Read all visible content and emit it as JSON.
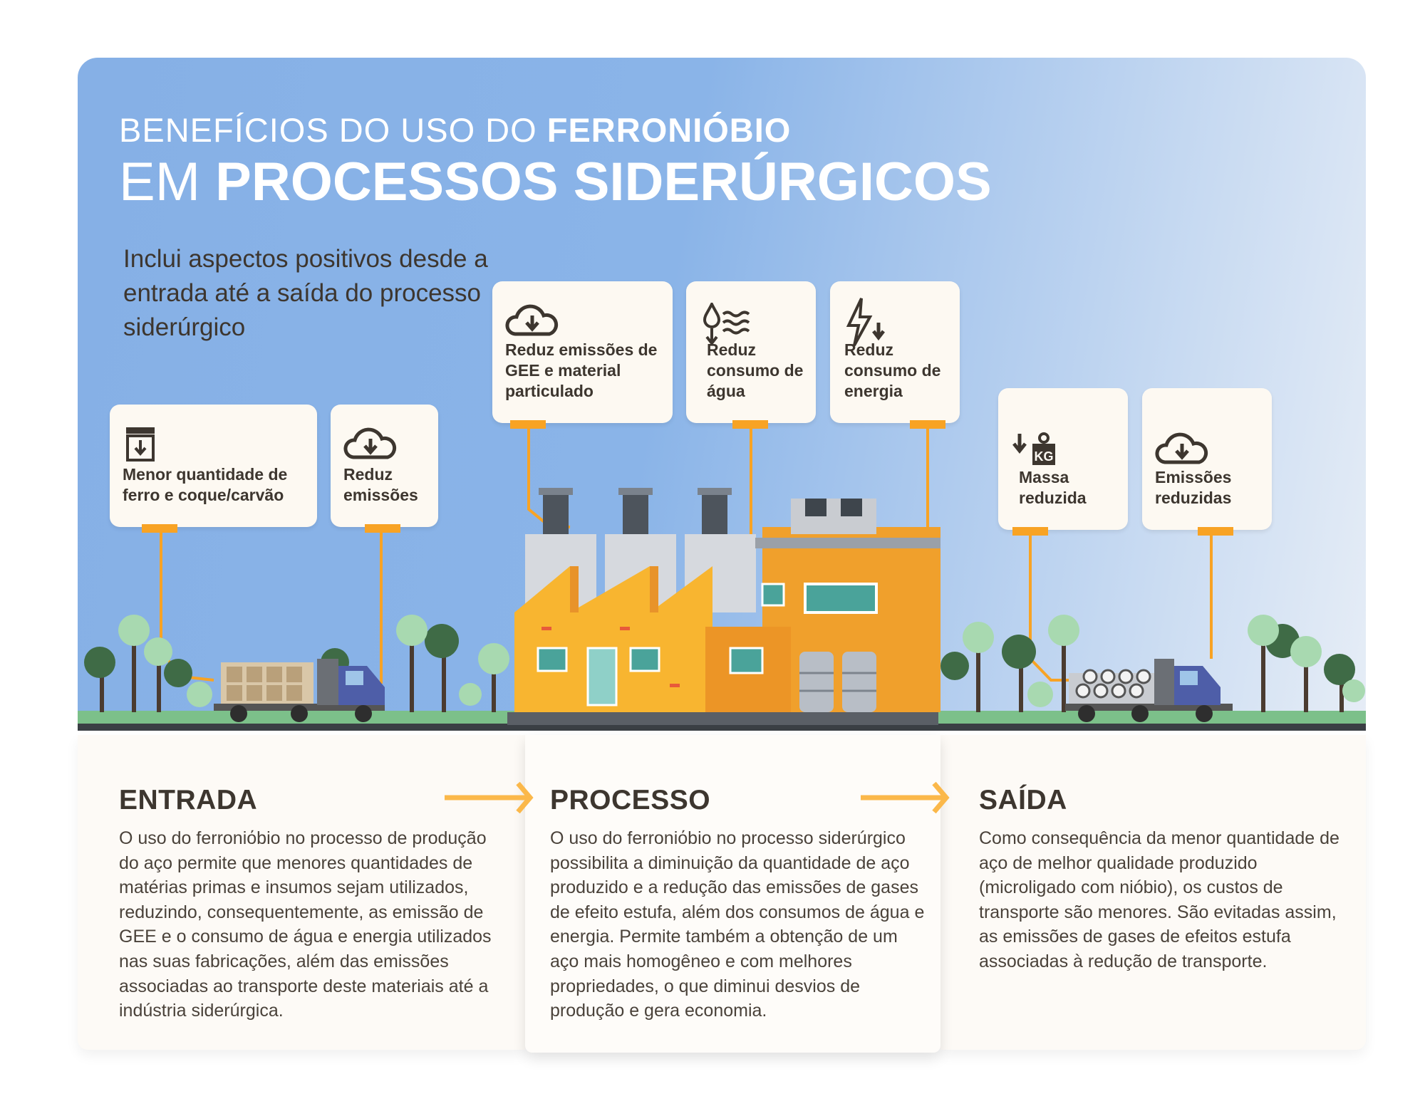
{
  "title": {
    "line1_light": "BENEFÍCIOS DO USO DO ",
    "line1_bold": "FERRONIÓBIO",
    "line2_light": "EM ",
    "line2_bold": "PROCESSOS SIDERÚRGICOS"
  },
  "subtitle": "Inclui aspectos positivos desde a entrada até a saída do processo siderúrgico",
  "benefits": [
    {
      "icon": "box-down-icon",
      "label": "Menor quantidade de ferro e coque/carvão"
    },
    {
      "icon": "cloud-download-icon",
      "label": "Reduz emissões"
    },
    {
      "icon": "cloud-download-icon",
      "label": "Reduz emissões de GEE e material particulado"
    },
    {
      "icon": "water-drop-down-icon",
      "label": "Reduz consumo de água"
    },
    {
      "icon": "lightning-down-icon",
      "label": "Reduz consumo de energia"
    },
    {
      "icon": "weight-kg-down-icon",
      "label": "Massa reduzida",
      "icon_text": "KG"
    },
    {
      "icon": "cloud-download-icon",
      "label": "Emissões reduzidas"
    }
  ],
  "stages": [
    {
      "heading": "ENTRADA",
      "text": "O uso do ferroniόbio no processo de produção do aço permite que menores quantidades de matérias primas e insumos sejam utilizados, reduzindo, consequentemente, as emissão de GEE e o consumo de água e energia utilizados nas suas fabricações, além das emissões associadas ao transporte deste materiais até a indústria siderúrgica."
    },
    {
      "heading": "PROCESSO",
      "text": "O uso do ferroniόbio no processo siderúrgico possibilita a diminuição da quantidade de aço produzido e a redução das emissões de gases de efeito estufa, além dos consumos de água e energia. Permite também a obtenção de um aço mais homogêneo e com melhores propriedades, o que diminui desvios de produção e gera economia."
    },
    {
      "heading": "SAÍDA",
      "text": "Como consequência da menor quantidade de aço de melhor qualidade produzido (microligado com nióbio), os custos de transporte são menores. São evitadas assim, as emissões de gases de efeitos estufa associadas à redução de transporte."
    }
  ],
  "colors": {
    "accent": "#f8a324",
    "sky": "#86b0e6",
    "text": "#3d362f",
    "arrow": "#fbb84a"
  }
}
